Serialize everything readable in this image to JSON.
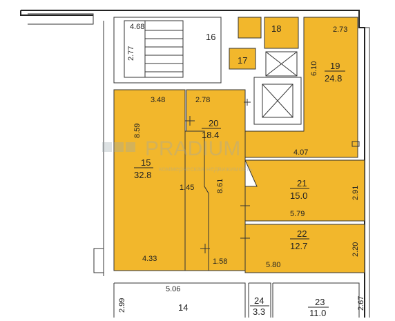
{
  "plan": {
    "rooms": [
      {
        "number": "14",
        "area": ""
      },
      {
        "number": "15",
        "area": "32.8"
      },
      {
        "number": "16",
        "area": ""
      },
      {
        "number": "17",
        "area": ""
      },
      {
        "number": "18",
        "area": ""
      },
      {
        "number": "19",
        "area": "24.8"
      },
      {
        "number": "20",
        "area": "18.4"
      },
      {
        "number": "21",
        "area": "15.0"
      },
      {
        "number": "22",
        "area": "12.7"
      },
      {
        "number": "23",
        "area": "11.0"
      },
      {
        "number": "24",
        "area": "3.3"
      }
    ],
    "dimensions": {
      "stair_width": "4.68",
      "stair_height": "2.77",
      "r19_width": "2.73",
      "r19_height": "6.10",
      "r15_top": "3.48",
      "r15_side": "8.59",
      "r15_inner": "1.45",
      "r15_bottom": "4.33",
      "r20_top": "2.78",
      "r20_side": "8.61",
      "r20_bottom": "1.58",
      "r21_top": "4.07",
      "r21_side": "2.91",
      "r21_bottom": "5.79",
      "r22_side": "2.20",
      "r22_bottom": "5.80",
      "r14_top": "5.06",
      "r14_side": "2.99",
      "r23_side": "2.67"
    },
    "watermark": {
      "brand": "PRADIUM",
      "tagline": "коммерческая недвижимость"
    }
  }
}
